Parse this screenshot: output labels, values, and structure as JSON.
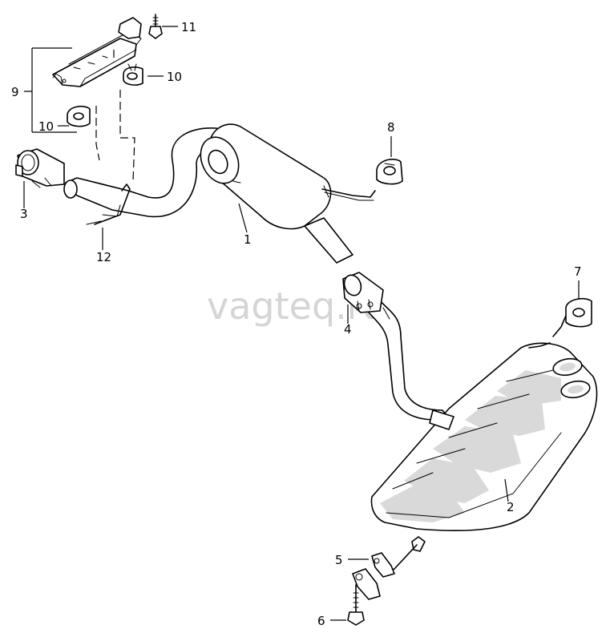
{
  "watermark": "vagteq.ru",
  "callouts": [
    "1",
    "2",
    "3",
    "4",
    "5",
    "6",
    "7",
    "8",
    "9",
    "10",
    "10",
    "11",
    "12"
  ]
}
